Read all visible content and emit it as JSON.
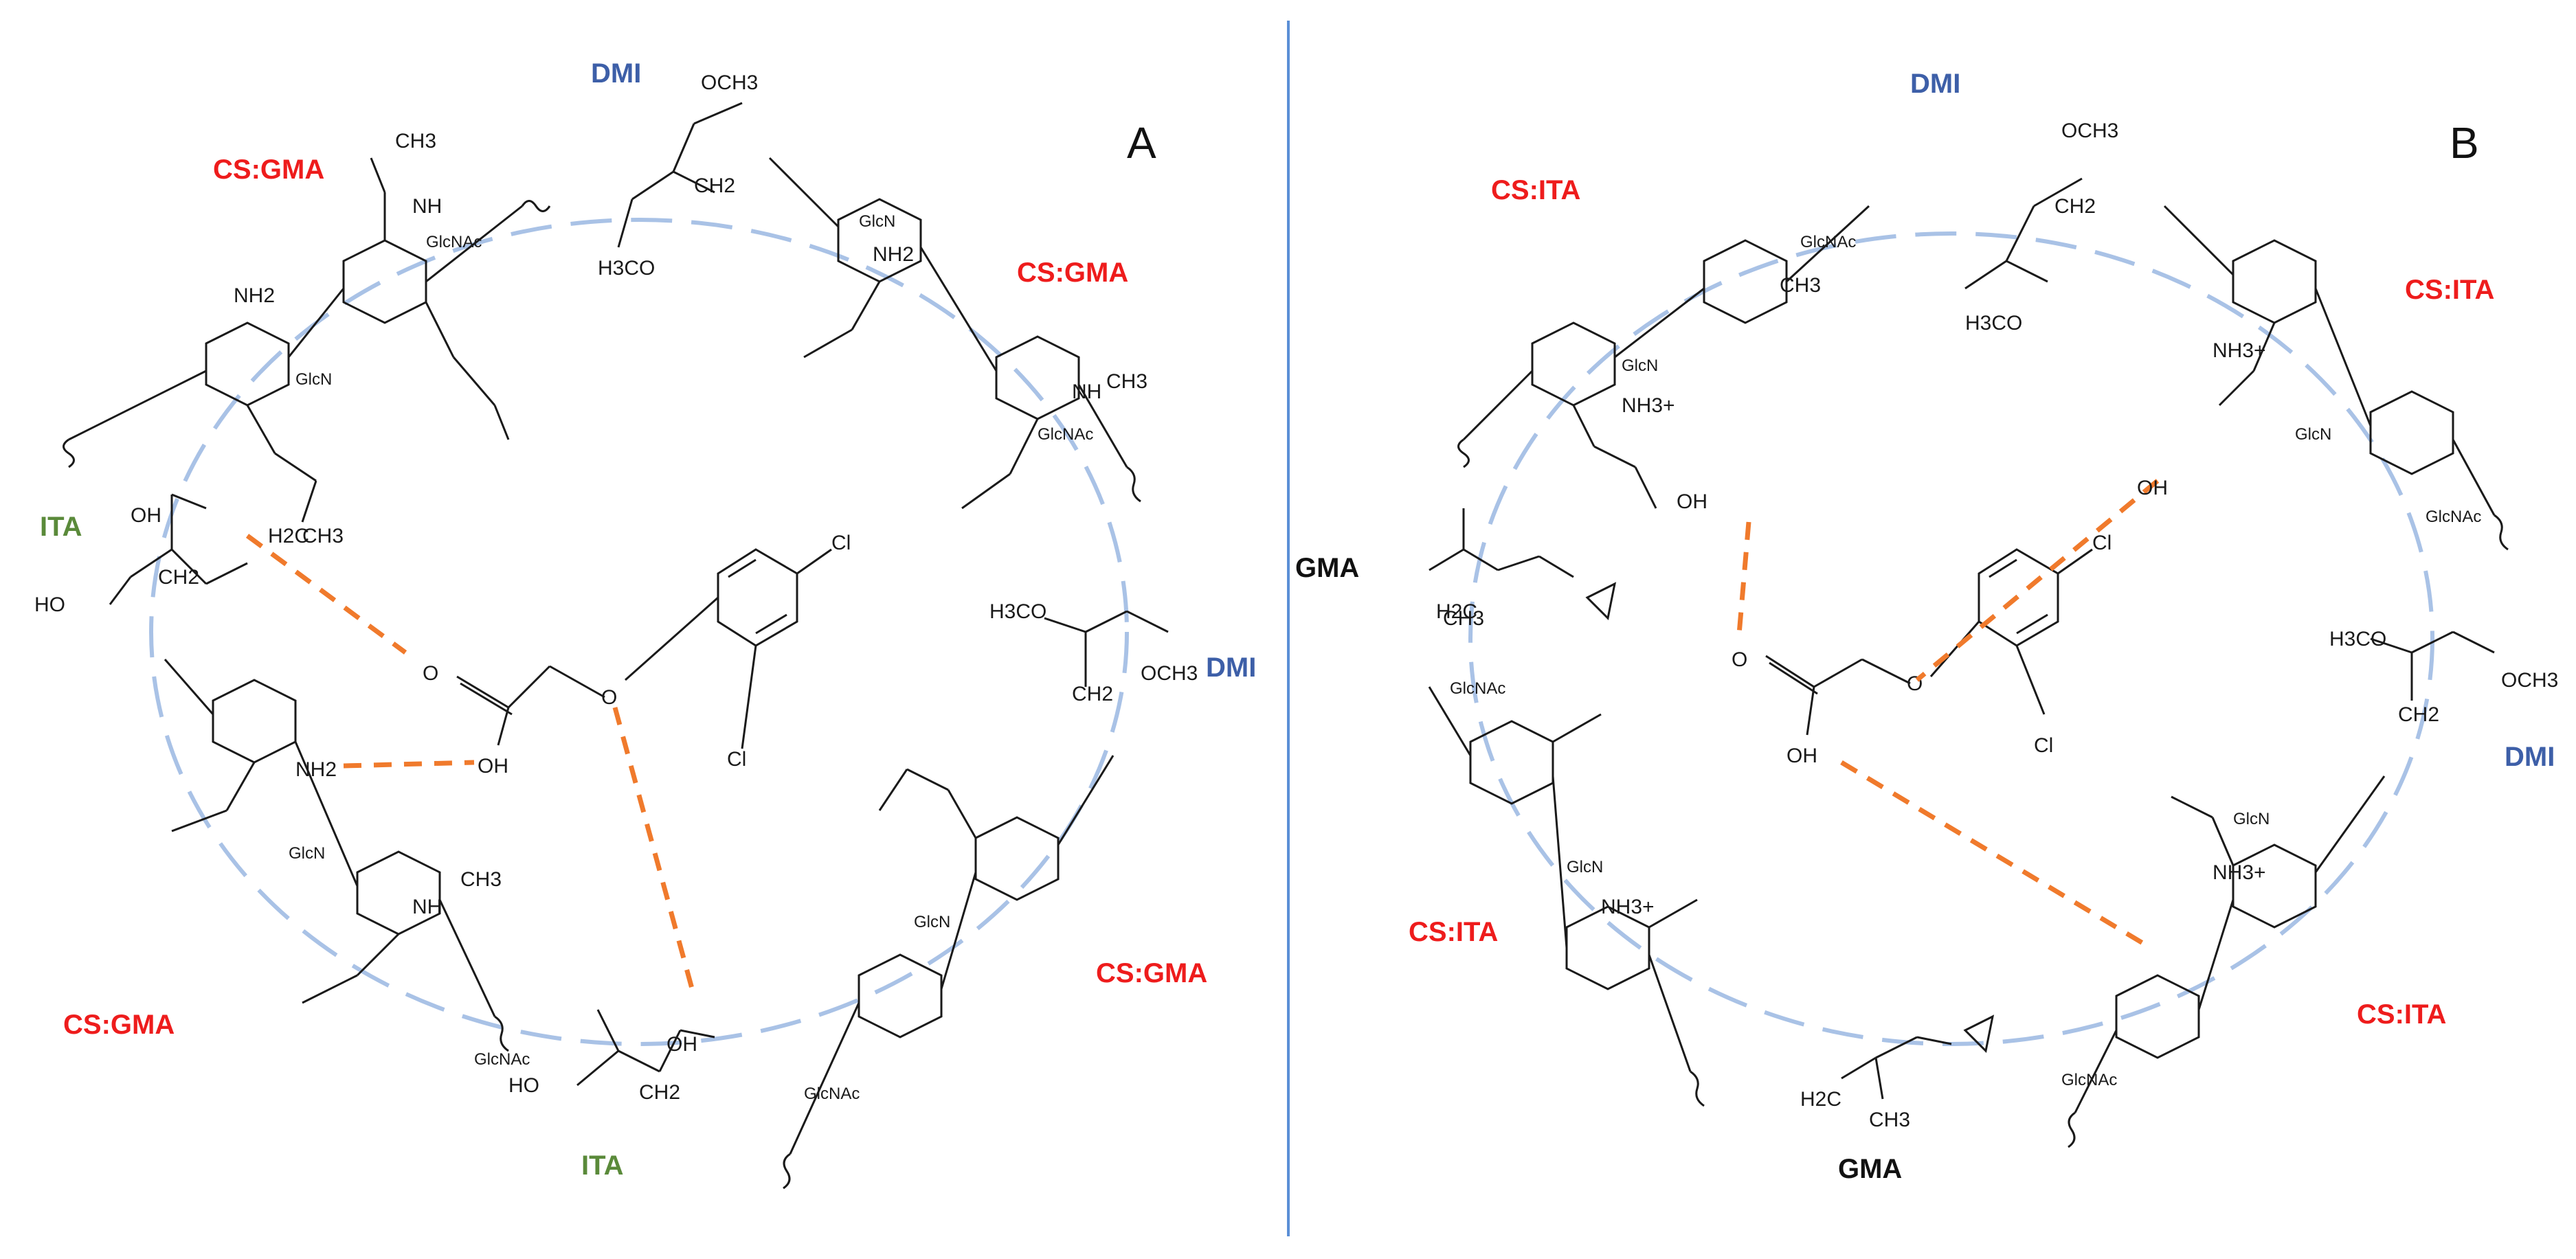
{
  "colors": {
    "csgma": "#ee1c1c",
    "dmi": "#3d5fa8",
    "ita": "#5a8a3a",
    "gma": "#111111",
    "ring": "#a9c2e6",
    "interaction": "#f07a2c",
    "divider": "#5b8fd6"
  },
  "panelA": {
    "letter": "A",
    "labels": {
      "dmi_top": "DMI",
      "csgma_topleft": "CS:GMA",
      "csgma_topright": "CS:GMA",
      "ita_left": "ITA",
      "dmi_right": "DMI",
      "csgma_bottomright": "CS:GMA",
      "csgma_bottomleft": "CS:GMA",
      "ita_bottom": "ITA"
    },
    "atoms": {
      "cl1": "Cl",
      "cl2": "Cl",
      "o_ether": "O",
      "o_carbonyl": "O",
      "oh": "OH",
      "glcnac": "GlcNAc",
      "glcn": "GlcN",
      "nh2": "NH2",
      "nh": "NH",
      "ch3": "CH3",
      "ho": "HO",
      "h2c": "H2C",
      "ch2": "CH2",
      "och3": "OCH3",
      "h3co": "H3CO"
    }
  },
  "panelB": {
    "letter": "B",
    "labels": {
      "dmi_top": "DMI",
      "csita_topleft": "CS:ITA",
      "csita_topright": "CS:ITA",
      "gma_left": "GMA",
      "dmi_right": "DMI",
      "csita_bottomleft": "CS:ITA",
      "csita_bottomright": "CS:ITA",
      "gma_bottom": "GMA"
    },
    "atoms": {
      "cl1": "Cl",
      "cl2": "Cl",
      "o_ether": "O",
      "o_carbonyl": "O",
      "oh": "OH",
      "nh3": "NH3+",
      "glcnac": "GlcNAc",
      "glcn": "GlcN",
      "ch3": "CH3",
      "h2c": "H2C",
      "h3co": "H3CO",
      "och3": "OCH3",
      "ch2": "CH2"
    }
  }
}
